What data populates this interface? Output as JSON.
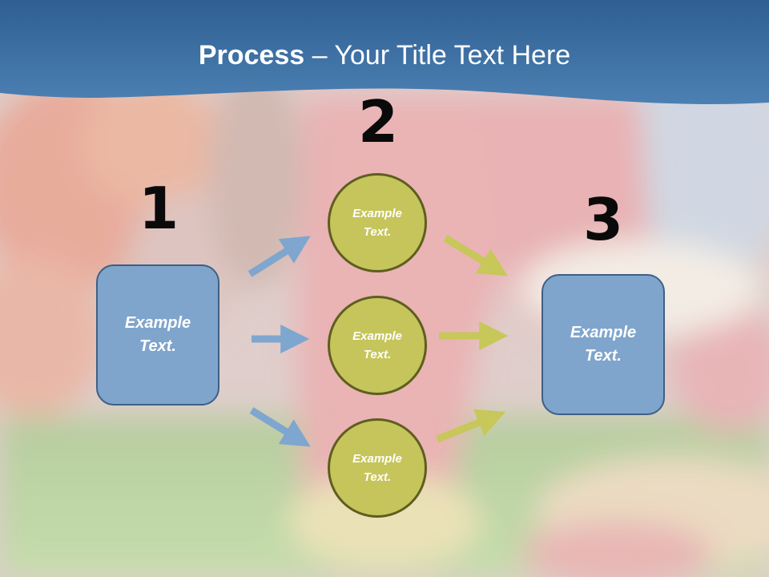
{
  "title": {
    "bold": "Process",
    "rest": " – Your Title Text Here"
  },
  "steps": [
    {
      "number": "1",
      "label": "Example\nText."
    },
    {
      "number": "2",
      "label": ""
    },
    {
      "number": "3",
      "label": "Example\nText."
    }
  ],
  "circles": [
    {
      "label": "Example\nText."
    },
    {
      "label": "Example\nText."
    },
    {
      "label": "Example\nText."
    }
  ],
  "colors": {
    "header": "#3e6f9f",
    "box_fill": "#7fa5cc",
    "circle_fill": "#c5c55c",
    "blue_arrow": "#7ea6cf",
    "olive_arrow": "#c7c75a"
  }
}
